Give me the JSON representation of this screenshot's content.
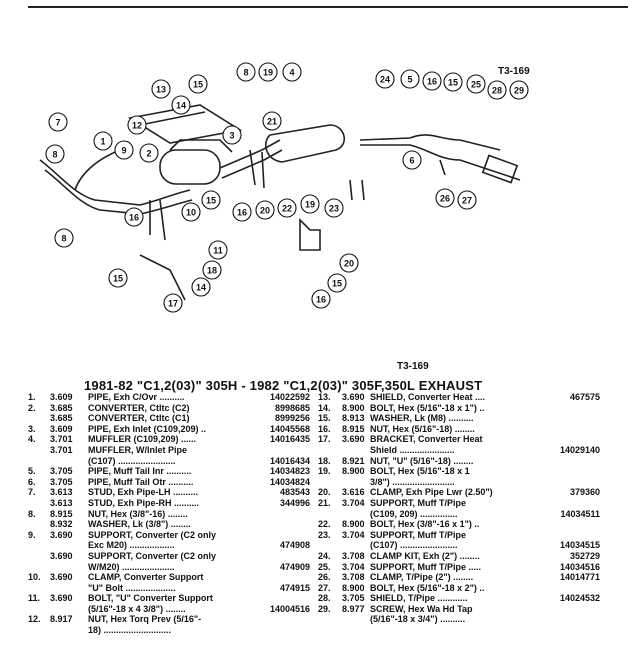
{
  "diagram_code_top": "T3-169",
  "diagram_code_mid": "T3-169",
  "title": "1981-82 \"C1,2(03)\" 305H - 1982 \"C1,2(03)\" 305F,350L EXHAUST",
  "callouts": [
    "1",
    "2",
    "3",
    "4",
    "5",
    "6",
    "7",
    "8",
    "9",
    "10",
    "11",
    "12",
    "13",
    "14",
    "15",
    "16",
    "17",
    "18",
    "19",
    "20",
    "21",
    "22",
    "23",
    "24",
    "25",
    "26",
    "27",
    "28",
    "29"
  ],
  "left_rows": [
    {
      "num": "1.",
      "grp": "3.609",
      "desc": "PIPE, Exh C/Ovr ..........",
      "part": "14022592"
    },
    {
      "num": "2.",
      "grp": "3.685",
      "desc": "CONVERTER, Ctltc (C2)",
      "part": "8998685"
    },
    {
      "num": "",
      "grp": "3.685",
      "desc": "CONVERTER, Ctltc (C1)",
      "part": "8999256"
    },
    {
      "num": "3.",
      "grp": "3.609",
      "desc": "PIPE, Exh Inlet (C109,209) ..",
      "part": "14045568"
    },
    {
      "num": "4.",
      "grp": "3.701",
      "desc": "MUFFLER (C109,209) ......",
      "part": "14016435"
    },
    {
      "num": "",
      "grp": "3.701",
      "desc": "MUFFLER, W/Inlet Pipe",
      "part": ""
    },
    {
      "num": "",
      "grp": "",
      "desc": "(C107) .......................",
      "part": "14016434"
    },
    {
      "num": "5.",
      "grp": "3.705",
      "desc": "PIPE, Muff Tail Inr ..........",
      "part": "14034823"
    },
    {
      "num": "6.",
      "grp": "3.705",
      "desc": "PIPE, Muff Tail Otr ..........",
      "part": "14034824"
    },
    {
      "num": "7.",
      "grp": "3.613",
      "desc": "STUD, Exh Pipe-LH ..........",
      "part": "483543"
    },
    {
      "num": "",
      "grp": "3.613",
      "desc": "STUD, Exh Pipe-RH ..........",
      "part": "344996"
    },
    {
      "num": "8.",
      "grp": "8.915",
      "desc": "NUT, Hex (3/8\"-16) ........",
      "part": ""
    },
    {
      "num": "",
      "grp": "8.932",
      "desc": "WASHER, Lk (3/8\") ........",
      "part": ""
    },
    {
      "num": "9.",
      "grp": "3.690",
      "desc": "SUPPORT, Converter (C2 only",
      "part": ""
    },
    {
      "num": "",
      "grp": "",
      "desc": "Exc M20) ..................",
      "part": "474908"
    },
    {
      "num": "",
      "grp": "3.690",
      "desc": "SUPPORT, Converter (C2 only",
      "part": ""
    },
    {
      "num": "",
      "grp": "",
      "desc": "W/M20) .....................",
      "part": "474909"
    },
    {
      "num": "10.",
      "grp": "3.690",
      "desc": "CLAMP, Converter Support",
      "part": ""
    },
    {
      "num": "",
      "grp": "",
      "desc": "\"U\" Bolt ....................",
      "part": "474915"
    },
    {
      "num": "11.",
      "grp": "3.690",
      "desc": "BOLT, \"U\" Converter Support",
      "part": ""
    },
    {
      "num": "",
      "grp": "",
      "desc": "(5/16\"-18 x 4 3/8\") ........",
      "part": "14004516"
    },
    {
      "num": "12.",
      "grp": "8.917",
      "desc": "NUT, Hex Torq Prev (5/16\"-",
      "part": ""
    },
    {
      "num": "",
      "grp": "",
      "desc": "18) ...........................",
      "part": ""
    }
  ],
  "right_rows": [
    {
      "num": "13.",
      "grp": "3.690",
      "desc": "SHIELD, Converter Heat ....",
      "part": "467575"
    },
    {
      "num": "14.",
      "grp": "8.900",
      "desc": "BOLT, Hex (5/16\"-18 x 1\") ..",
      "part": ""
    },
    {
      "num": "15.",
      "grp": "8.913",
      "desc": "WASHER, Lk (M8) ..........",
      "part": ""
    },
    {
      "num": "16.",
      "grp": "8.915",
      "desc": "NUT, Hex (5/16\"-18) ........",
      "part": ""
    },
    {
      "num": "17.",
      "grp": "3.690",
      "desc": "BRACKET, Converter Heat",
      "part": ""
    },
    {
      "num": "",
      "grp": "",
      "desc": "Shield ......................",
      "part": "14029140"
    },
    {
      "num": "18.",
      "grp": "8.921",
      "desc": "NUT, \"U\" (5/16\"-18) ........",
      "part": ""
    },
    {
      "num": "19.",
      "grp": "8.900",
      "desc": "BOLT, Hex (5/16\"-18 x 1",
      "part": ""
    },
    {
      "num": "",
      "grp": "",
      "desc": "3/8\") .........................",
      "part": ""
    },
    {
      "num": "20.",
      "grp": "3.616",
      "desc": "CLAMP, Exh Pipe Lwr (2.50\")",
      "part": "379360"
    },
    {
      "num": "21.",
      "grp": "3.704",
      "desc": "SUPPORT, Muff T/Pipe",
      "part": ""
    },
    {
      "num": "",
      "grp": "",
      "desc": "(C109, 209) ...............",
      "part": "14034511"
    },
    {
      "num": "22.",
      "grp": "8.900",
      "desc": "BOLT, Hex (3/8\"-16 x 1\") ..",
      "part": ""
    },
    {
      "num": "23.",
      "grp": "3.704",
      "desc": "SUPPORT, Muff T/Pipe",
      "part": ""
    },
    {
      "num": "",
      "grp": "",
      "desc": "(C107) .......................",
      "part": "14034515"
    },
    {
      "num": "24.",
      "grp": "3.708",
      "desc": "CLAMP KIT, Exh (2\") ........",
      "part": "352729"
    },
    {
      "num": "25.",
      "grp": "3.704",
      "desc": "SUPPORT, Muff T/Pipe .....",
      "part": "14034516"
    },
    {
      "num": "26.",
      "grp": "3.708",
      "desc": "CLAMP, T/Pipe (2\") ........",
      "part": "14014771"
    },
    {
      "num": "27.",
      "grp": "8.900",
      "desc": "BOLT, Hex (5/16\"-18 x 2\") ..",
      "part": ""
    },
    {
      "num": "28.",
      "grp": "3.705",
      "desc": "SHIELD, T/Pipe ............",
      "part": "14024532"
    },
    {
      "num": "29.",
      "grp": "8.977",
      "desc": "SCREW, Hex Wa Hd Tap",
      "part": ""
    },
    {
      "num": "",
      "grp": "",
      "desc": "(5/16\"-18 x 3/4\") ..........",
      "part": ""
    }
  ]
}
